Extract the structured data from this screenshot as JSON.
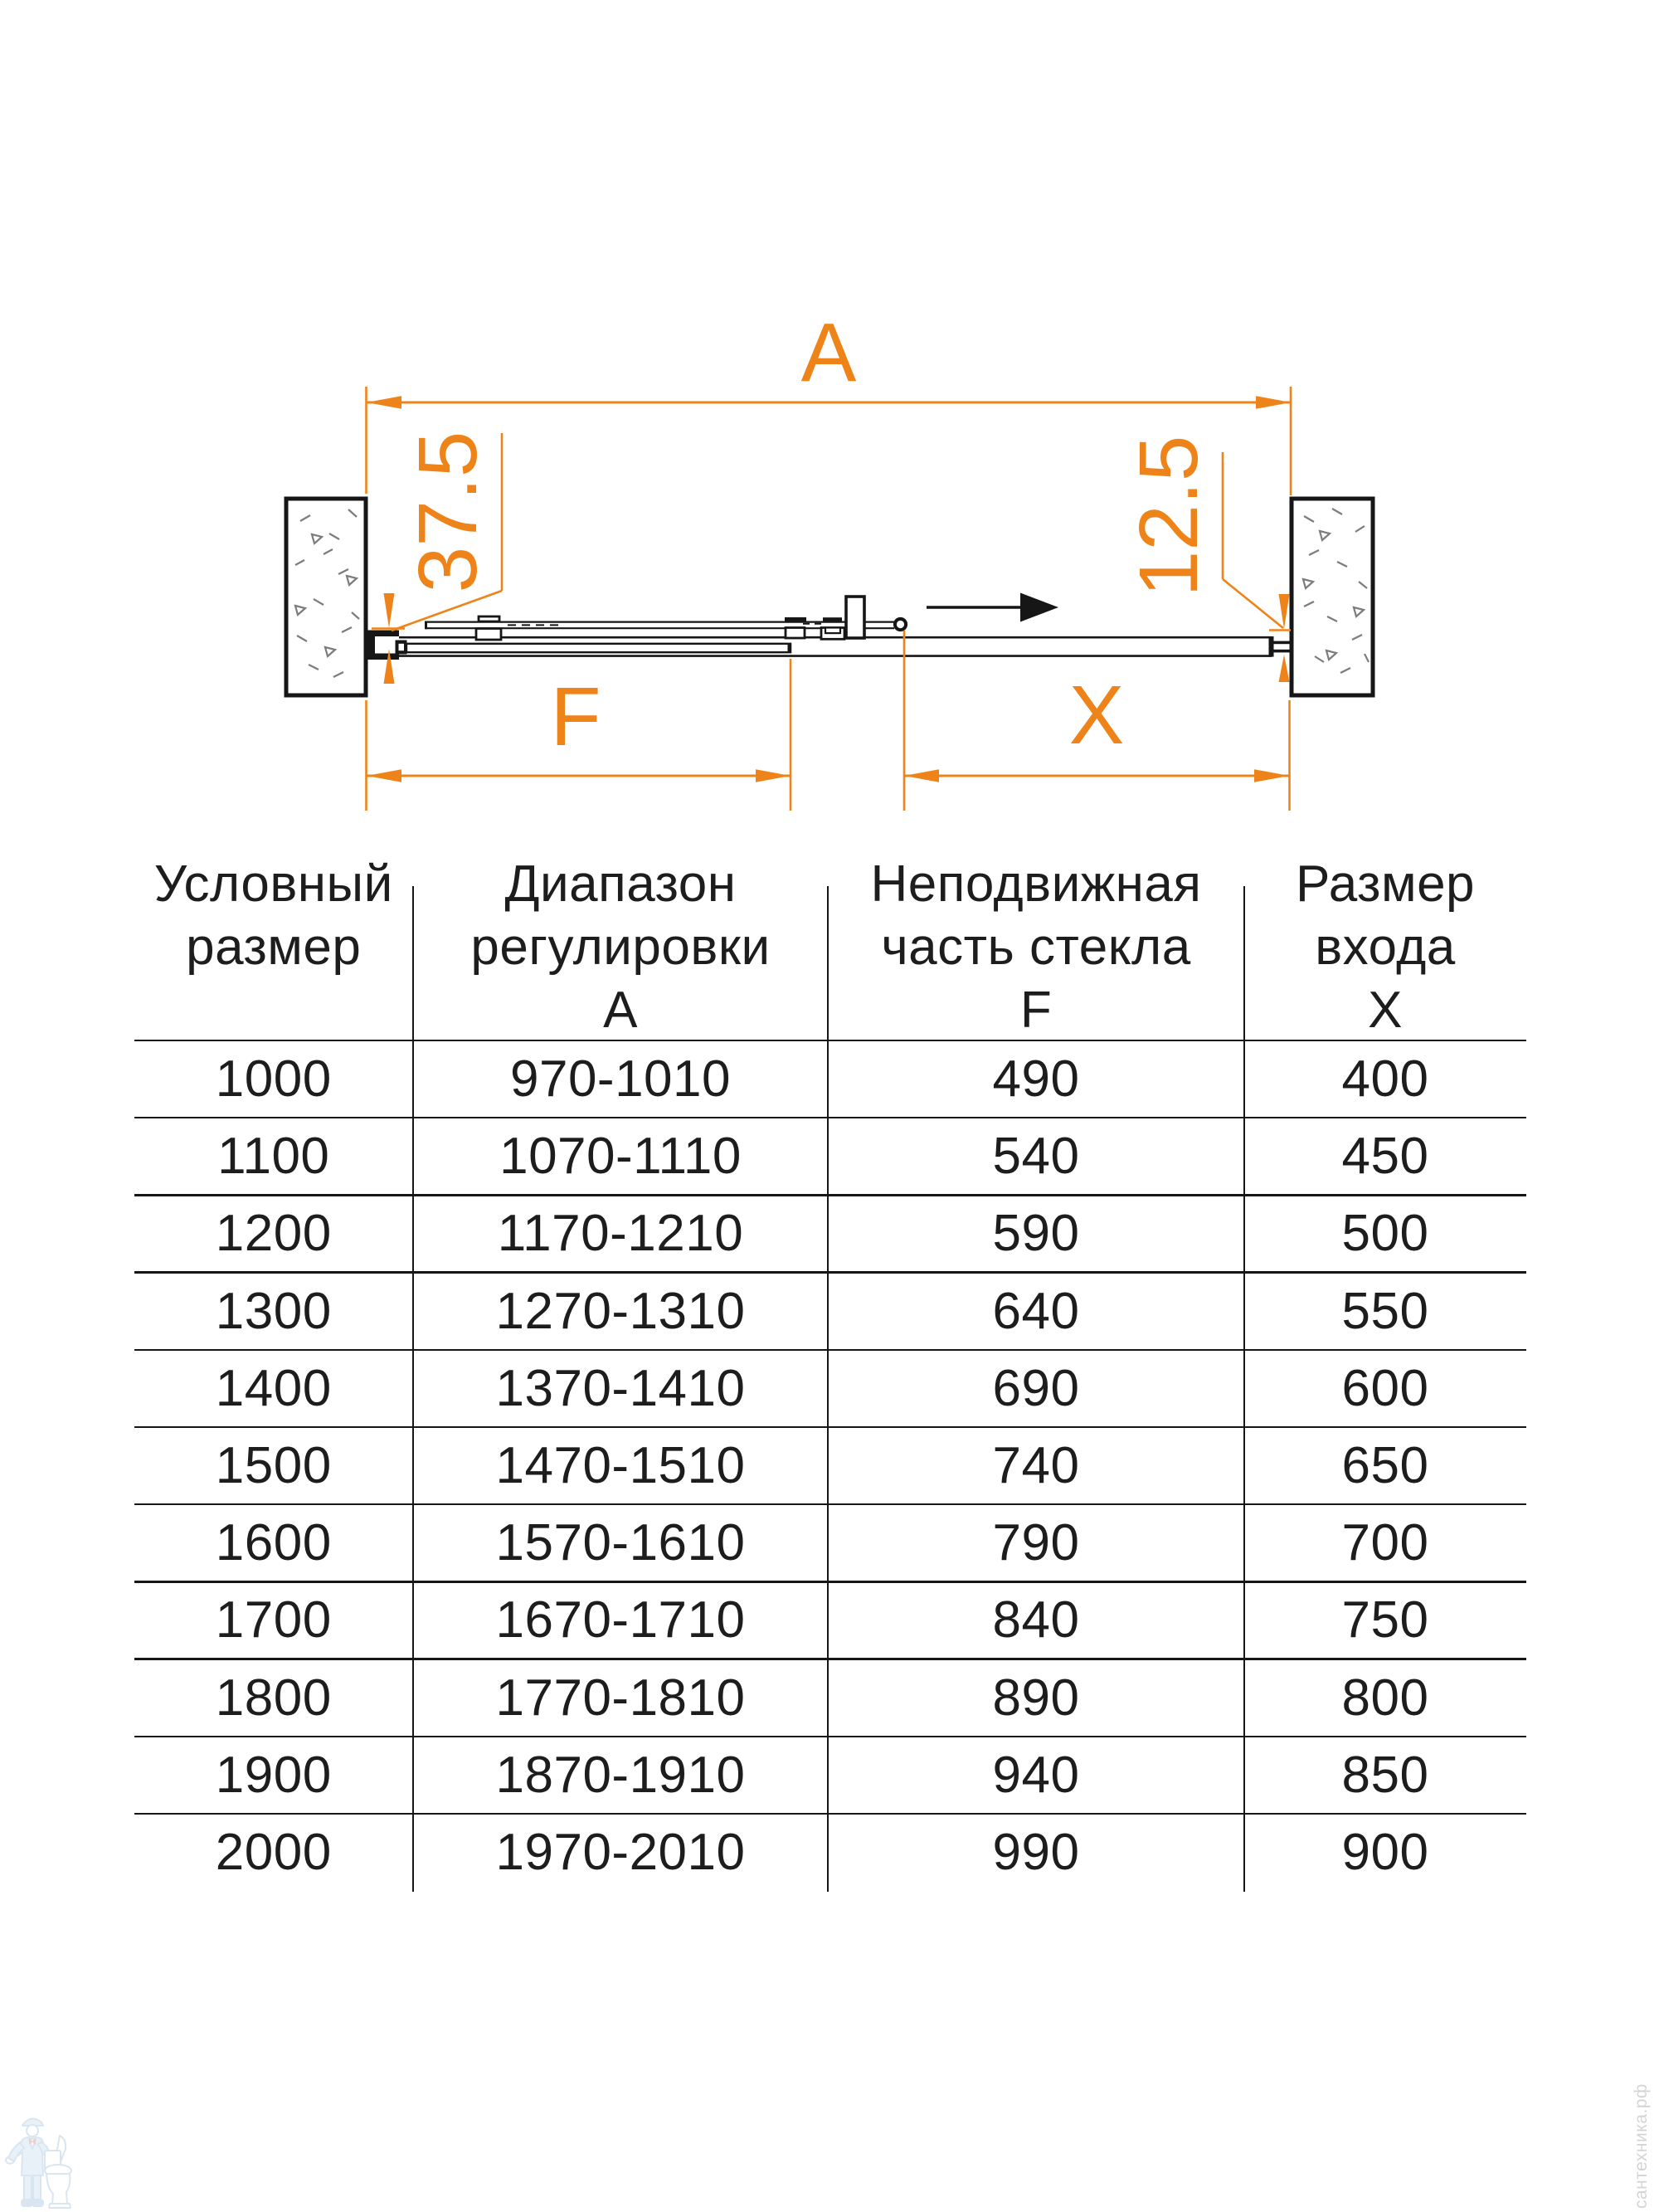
{
  "diagram": {
    "labels": {
      "total_width": "A",
      "fixed_part": "F",
      "entry_width": "X",
      "left_gap": "37.5",
      "right_gap": "12.5"
    },
    "accent_color": "#EE8419",
    "ink_color": "#161616",
    "slide_direction": "right"
  },
  "table": {
    "headers": [
      {
        "lines": [
          "Условный",
          "размер"
        ]
      },
      {
        "lines": [
          "Диапазон",
          "регулировки",
          "А"
        ]
      },
      {
        "lines": [
          "Неподвижная",
          "часть стекла",
          "F"
        ]
      },
      {
        "lines": [
          "Размер",
          "входа",
          "X"
        ]
      }
    ],
    "rows": [
      [
        "1000",
        "970-1010",
        "490",
        "400"
      ],
      [
        "1100",
        "1070-1110",
        "540",
        "450"
      ],
      [
        "1200",
        "1170-1210",
        "590",
        "500"
      ],
      [
        "1300",
        "1270-1310",
        "640",
        "550"
      ],
      [
        "1400",
        "1370-1410",
        "690",
        "600"
      ],
      [
        "1500",
        "1470-1510",
        "740",
        "650"
      ],
      [
        "1600",
        "1570-1610",
        "790",
        "700"
      ],
      [
        "1700",
        "1670-1710",
        "840",
        "750"
      ],
      [
        "1800",
        "1770-1810",
        "890",
        "800"
      ],
      [
        "1900",
        "1870-1910",
        "940",
        "850"
      ],
      [
        "2000",
        "1970-2010",
        "990",
        "900"
      ]
    ]
  },
  "watermarks": {
    "site_text": "сантехника.рф",
    "mascot": "plumber-with-toilet"
  }
}
